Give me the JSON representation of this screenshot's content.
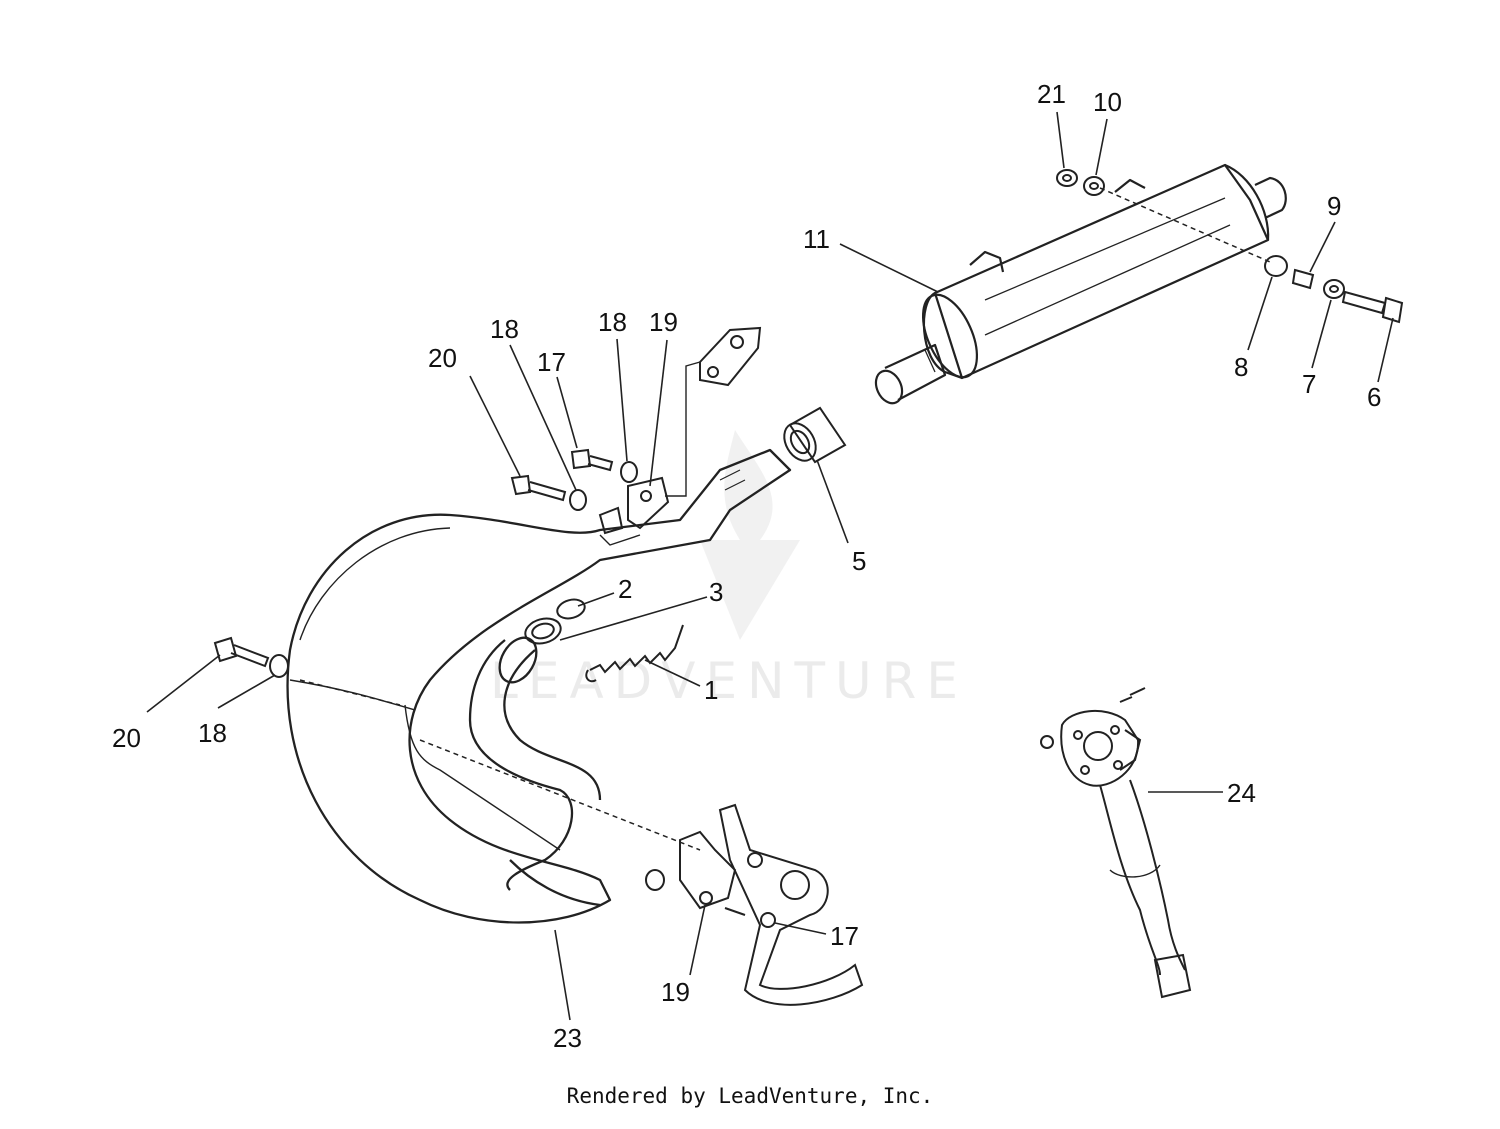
{
  "diagram": {
    "part_numbers": {
      "p1": "1",
      "p2": "2",
      "p3": "3",
      "p5": "5",
      "p6": "6",
      "p7": "7",
      "p8": "8",
      "p9": "9",
      "p10": "10",
      "p11": "11",
      "p17a": "17",
      "p17b": "17",
      "p18a": "18",
      "p18b": "18",
      "p18c": "18",
      "p19a": "19",
      "p19b": "19",
      "p20a": "20",
      "p20b": "20",
      "p21": "21",
      "p23": "23",
      "p24": "24"
    },
    "watermark": "LEADVENTURE"
  },
  "footer": {
    "text": "Rendered by LeadVenture, Inc."
  }
}
